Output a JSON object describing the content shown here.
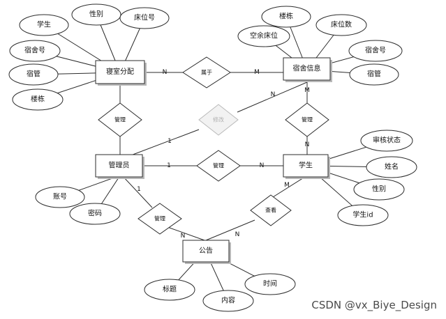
{
  "entities": {
    "room_assign": "寝室分配",
    "dorm_info": "宿舍信息",
    "admin": "管理员",
    "student": "学生",
    "notice": "公告"
  },
  "attributes": {
    "ra_student": "学生",
    "ra_gender": "性别",
    "ra_bed_no": "床位号",
    "ra_dorm_no": "宿舍号",
    "ra_manager": "宿管",
    "ra_building": "楼栋",
    "di_building": "楼栋",
    "di_bed_count": "床位数",
    "di_free_beds": "空余床位",
    "di_dorm_no": "宿舍号",
    "di_manager": "宿管",
    "ad_account": "账号",
    "ad_password": "密码",
    "st_audit": "审核状态",
    "st_name": "姓名",
    "st_gender": "性别",
    "st_id": "学生id",
    "no_title": "标题",
    "no_content": "内容",
    "no_time": "时间"
  },
  "relations": {
    "belongs": "属于",
    "manage_assign": "管理",
    "modify": "修改",
    "manage_dorm": "管理",
    "manage_student": "管理",
    "manage_notice": "管理",
    "view": "查看"
  },
  "cardinalities": {
    "belongs_left": "N",
    "belongs_right": "M",
    "modify_admin": "1",
    "modify_dorm": "N",
    "dorm_manage": "M",
    "student_manage": "N",
    "admin_student_left": "1",
    "admin_student_right": "N",
    "admin_notice": "1",
    "notice_manage": "N",
    "student_view": "M",
    "notice_view": "N"
  },
  "watermark": "CSDN @vx_Biye_Design"
}
